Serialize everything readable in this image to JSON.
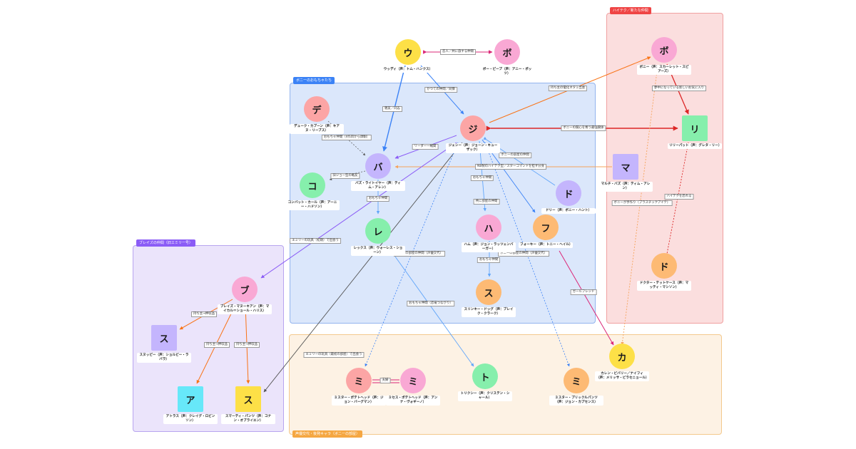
{
  "groups": {
    "andy": {
      "title": "ボニーのおもちゃたち",
      "color": "#3b82f6"
    },
    "hightech": {
      "title": "ハイテク／新たな仲間",
      "color": "#ef4444"
    },
    "blaze": {
      "title": "ブレイズの仲間（旧エミリー号）",
      "color": "#8b5cf6"
    },
    "guest": {
      "title": "声優交代・後発キャラ（ボニーの部屋）",
      "color": "#f59e0b"
    }
  },
  "nodes": {
    "woody": {
      "glyph": "ウ",
      "label": "ウッディ（声：トム・ハンクス）",
      "color": "#fde047"
    },
    "bopeep": {
      "glyph": "ボ",
      "label": "ボー・ピープ（声：アニー・ポッツ）",
      "color": "#f9a8d4"
    },
    "jessie": {
      "glyph": "ジ",
      "label": "ジェシー（声：ジョーン・キューザック）",
      "color": "#fca5a5"
    },
    "duke": {
      "glyph": "デ",
      "label": "デューク・カブーン（声：キアヌ・リーブス）",
      "color": "#fca5a5"
    },
    "buzz": {
      "glyph": "バ",
      "label": "バズ・ライトイヤー（声：ティム・アレン）",
      "color": "#c4b5fd"
    },
    "combat": {
      "glyph": "コ",
      "label": "コンバット・カール（声：アーニー・ハドソン）",
      "color": "#86efac"
    },
    "rex": {
      "glyph": "レ",
      "label": "レックス（声：ウォーレス・ショーン）",
      "color": "#86efac"
    },
    "ham": {
      "glyph": "ハ",
      "label": "ハム（声：ジョン・ラッツェンバーガー）",
      "color": "#f9a8d4"
    },
    "forky": {
      "glyph": "フ",
      "label": "フォーキー（声：トニー・ヘイル）",
      "color": "#fdba74"
    },
    "dolly": {
      "glyph": "ド",
      "label": "ドリー（声：ボニー・ハント）",
      "color": "#c4b5fd"
    },
    "slinky": {
      "glyph": "ス",
      "label": "スリンキー・ドッグ（声：ブレイク・クラーク）",
      "color": "#fdba74"
    },
    "bonnie": {
      "glyph": "ボ",
      "label": "ボニー（声：スカーレット・スピアーズ）",
      "color": "#f9a8d4"
    },
    "lily": {
      "glyph": "リ",
      "label": "リリーパット（声：グレタ・リー）",
      "color": "#86efac"
    },
    "marty": {
      "glyph": "マ",
      "label": "マルチ・バズ（声：ティム・アレン）",
      "color": "#c4b5fd"
    },
    "doctor": {
      "glyph": "ド",
      "label": "ドクター・テットケース（声：マッティ・マシソン）",
      "color": "#fdba74"
    },
    "blaze": {
      "glyph": "ブ",
      "label": "ブレイズ・マヌーキアン（声：マイカル＝ショール・ハリス）",
      "color": "#f9a8d4"
    },
    "snoopy": {
      "glyph": "ス",
      "label": "スヌッピー（声：ショルビー・ラバラ）",
      "color": "#c4b5fd"
    },
    "atlas": {
      "glyph": "ア",
      "label": "アトラス（声：クレイグ・ロビンソン）",
      "color": "#67e8f9"
    },
    "smarty": {
      "glyph": "ス",
      "label": "スマーティ・パンツ（声：コナン・オブライエン）",
      "color": "#fde047"
    },
    "mrpotato": {
      "glyph": "ミ",
      "label": "ミスター・ポテトヘッド（声：ジョン・バーグマン）",
      "color": "#fca5a5"
    },
    "mrspotato": {
      "glyph": "ミ",
      "label": "ミセス・ポテトヘッド（声：アンナ・ヴォギーノ）",
      "color": "#f9a8d4"
    },
    "trixie": {
      "glyph": "ト",
      "label": "トリクシー（声：クリステン・シャール）",
      "color": "#86efac"
    },
    "prickle": {
      "glyph": "ミ",
      "label": "ミスター・プリックルパンツ（声：ジョン・カプセンス）",
      "color": "#fdba74"
    },
    "karen": {
      "glyph": "カ",
      "label": "カレン・ビバリー／ナイフィ（声：メリッサ・ビラセニョール）",
      "color": "#fde047"
    }
  },
  "edges": {
    "e1": "恋人／共に旅する仲間",
    "e2": "かつての仲間／同僚",
    "e3": "親友／同志",
    "e4": "持ち主の電化ネタミ出会",
    "e5": "ボニーの関心を奪う最強関係",
    "e6": "夢中になっている新しいお気に入り",
    "e7": "おもちゃ仲間（4作目から顔馴）",
    "e8": "リーダー一緒関",
    "e9": "旧ジョー型の戦友",
    "e10": "ボニーの部屋の仲間",
    "e11": "NB製のハイテク型／スターコマンドを担す分身",
    "e12": "おもちゃ仲間",
    "e13": "共に部屋の仲間",
    "e14": "ボニーの部屋の仲間（声優交代）",
    "e15": "おもちゃ仲間",
    "e16": "エミリーの玩具（初期）で出会う",
    "e17": "ボニーが手作り（プラスチックアイテ）",
    "e18": "ハイテクを恐れる",
    "e19": "ボニーの部屋の仲間（声優交代）",
    "e20": "ガールフレンド",
    "e21": "持ち主→押収品",
    "e22": "持ち主→押収品",
    "e23": "持ち主→押収品",
    "e24": "おもちゃ仲間（恐竜つながり）",
    "e25": "エミリーの玩具（最初の部屋）で出会う",
    "e26": "夫婦"
  }
}
